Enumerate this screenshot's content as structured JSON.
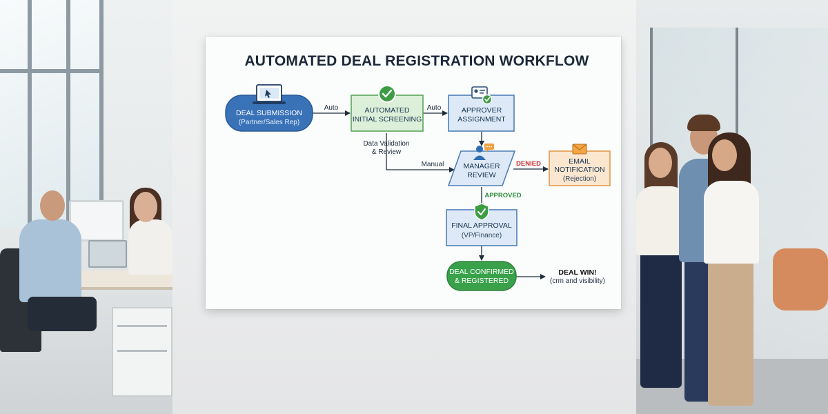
{
  "diagram": {
    "title": "AUTOMATED DEAL REGISTRATION WORKFLOW",
    "nodes": {
      "submission": {
        "line1": "DEAL SUBMISSION",
        "line2": "(Partner/Sales Rep)"
      },
      "screening": {
        "line1": "AUTOMATED",
        "line2": "INITIAL SCREENING"
      },
      "assignment": {
        "line1": "APPROVER",
        "line2": "ASSIGNMENT"
      },
      "manager_review": {
        "line1": "MANAGER",
        "line2": "REVIEW"
      },
      "email": {
        "line1": "EMAIL",
        "line2": "NOTIFICATION",
        "line3": "(Rejection)"
      },
      "final_approval": {
        "line1": "FINAL APPROVAL",
        "line2": "(VP/Finance)"
      },
      "confirmed": {
        "line1": "DEAL CONFIRMED",
        "line2": "& REGISTERED"
      },
      "deal_win": {
        "line1": "DEAL WIN!",
        "line2": "(crm and visibility)"
      }
    },
    "edges": {
      "submission_to_screening": "Auto",
      "screening_to_assignment": "Auto",
      "screening_manual_line1": "Data Validation",
      "screening_manual_line2": "& Review",
      "manual": "Manual",
      "denied": "DENIED",
      "approved": "APPROVED"
    },
    "colors": {
      "submission": "#3a72b8",
      "screening_fill": "#dcefd8",
      "screening_border": "#5aa55a",
      "assignment_fill": "#dde9f6",
      "assignment_border": "#4f7fb6",
      "email_fill": "#fbe6d0",
      "email_border": "#e39a4a",
      "confirmed": "#3aa14b",
      "denied": "#c9302c",
      "approved": "#2f8f3f"
    },
    "icons": [
      "laptop-icon",
      "check-badge-icon",
      "id-card-check-icon",
      "manager-chat-icon",
      "envelope-icon",
      "shield-check-icon"
    ]
  }
}
